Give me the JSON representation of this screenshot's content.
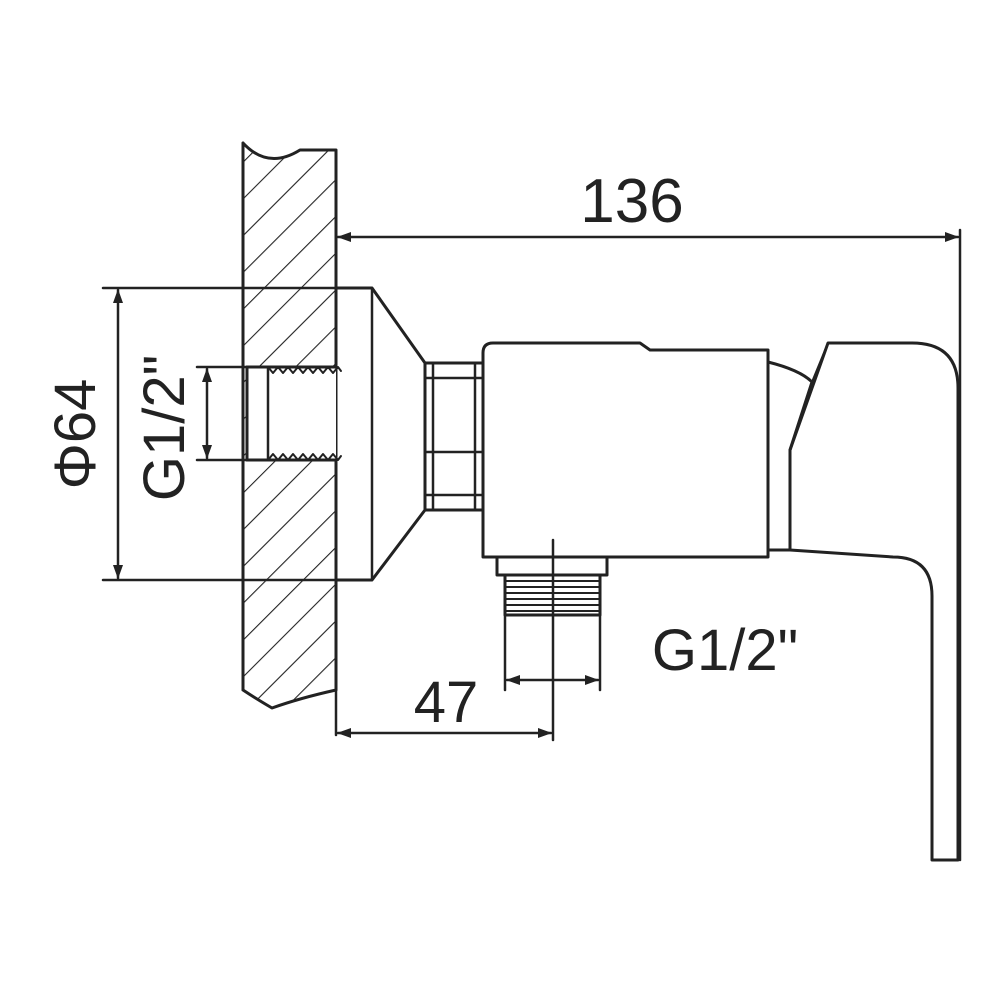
{
  "dimensions": {
    "overall_length": "136",
    "flange_diameter": "Φ64",
    "inlet_thread": "G1/2\"",
    "outlet_thread": "G1/2\"",
    "outlet_offset": "47"
  },
  "colors": {
    "stroke": "#222222",
    "background": "#ffffff"
  }
}
